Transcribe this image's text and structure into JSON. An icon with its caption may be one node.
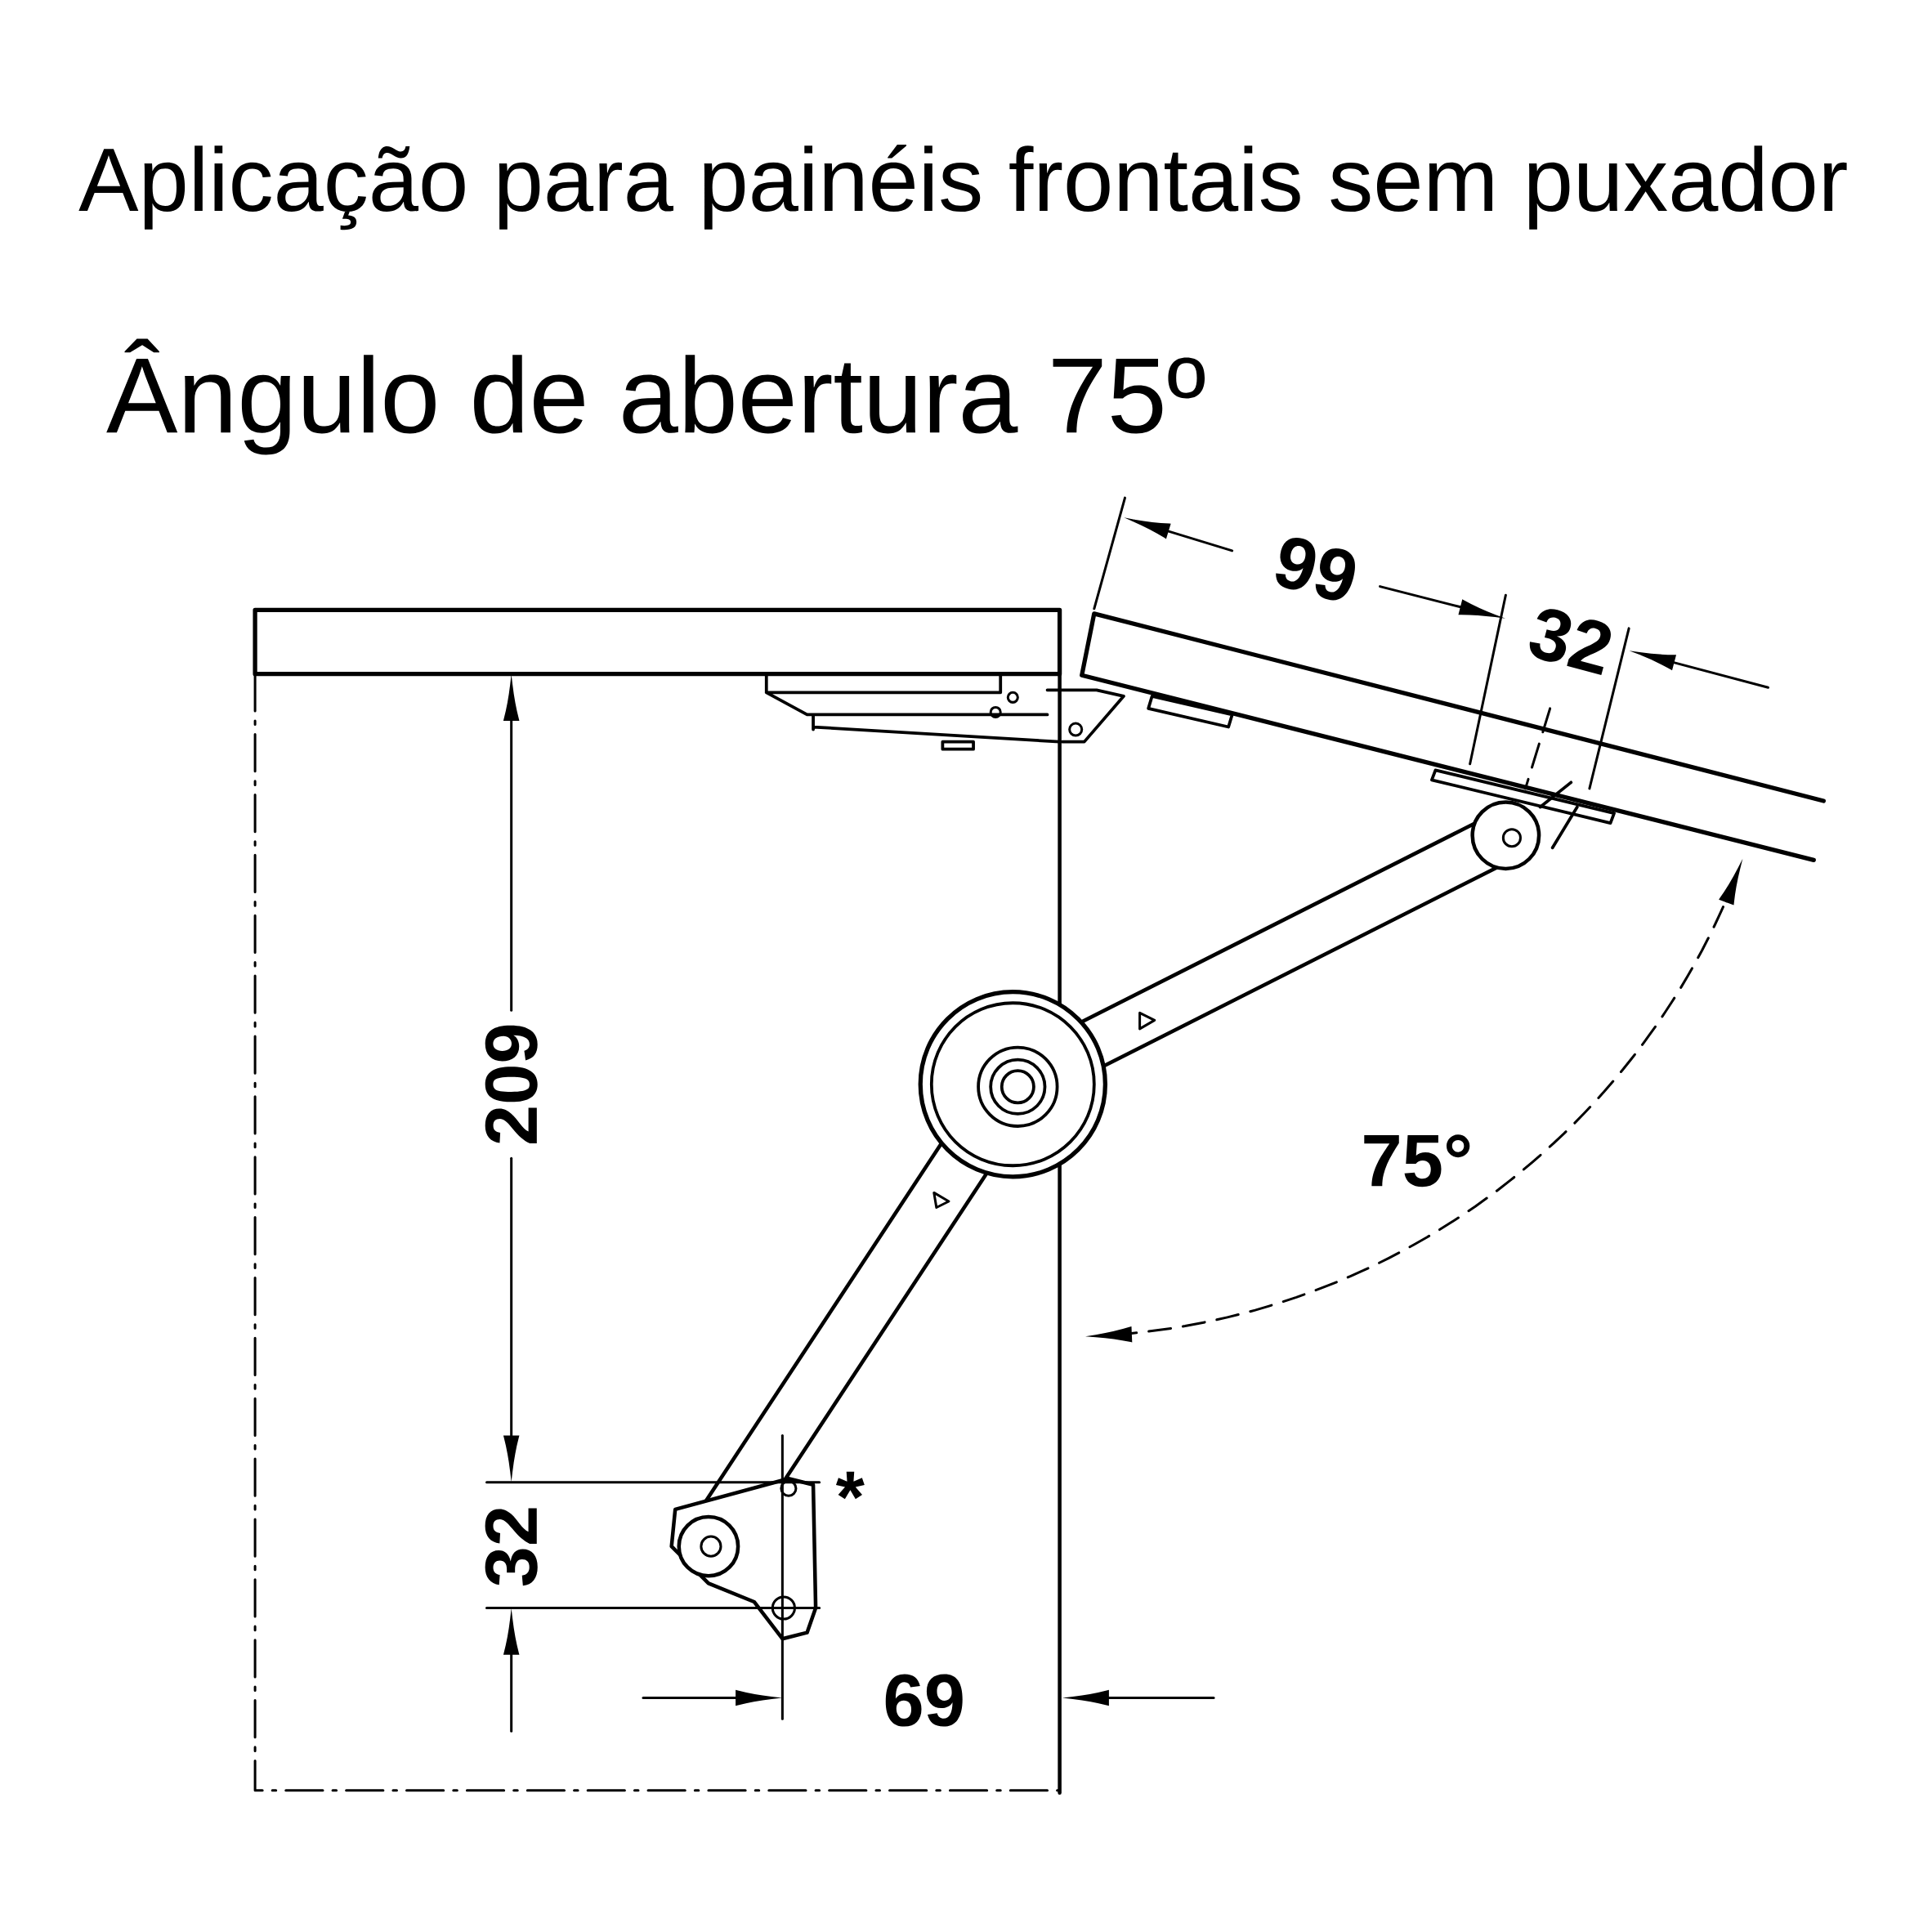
{
  "diagram": {
    "title": "Aplicação para painéis frontais sem puxador",
    "labels": [
      "Ângulo de abertura 75º",
      "99",
      "32",
      "209",
      "75°",
      "*",
      "32",
      "69"
    ]
  }
}
